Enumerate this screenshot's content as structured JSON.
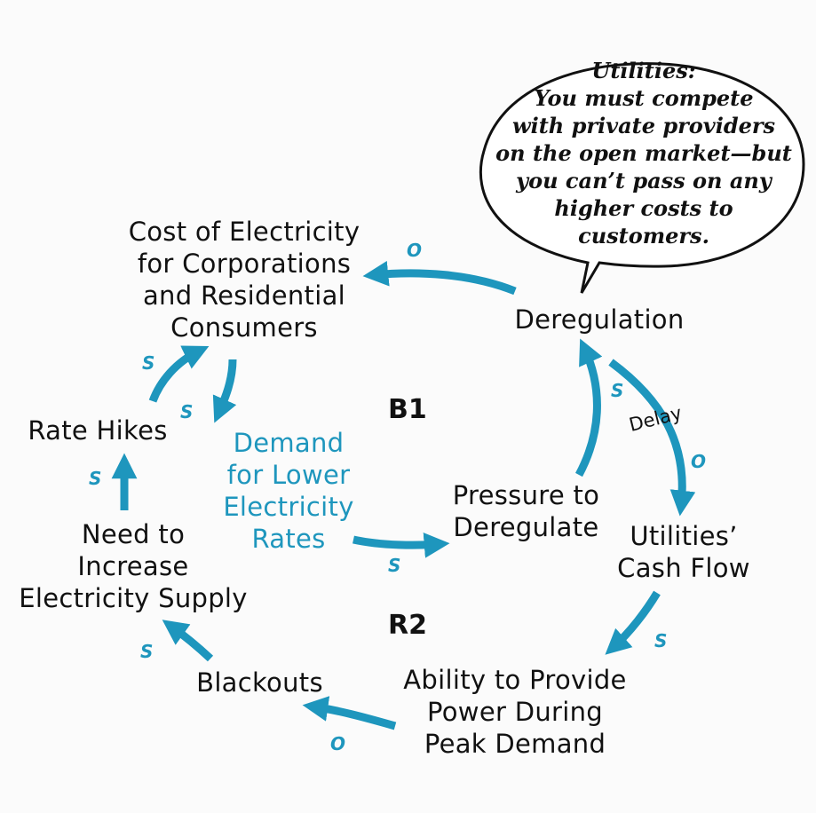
{
  "nodes": {
    "cost": "Cost of Electricity\nfor Corporations\nand Residential\nConsumers",
    "deregulation": "Deregulation",
    "rate_hikes": "Rate Hikes",
    "demand": "Demand\nfor Lower\nElectricity\nRates",
    "pressure": "Pressure to\nDeregulate",
    "cash_flow": "Utilities’\nCash Flow",
    "need_supply": "Need to\nIncrease\nElectricity Supply",
    "ability": "Ability to Provide\nPower During\nPeak Demand",
    "blackouts": "Blackouts"
  },
  "loops": {
    "b1": "B1",
    "r2": "R2"
  },
  "links": {
    "dereg_to_cost": "O",
    "hikes_to_cost": "S",
    "cost_to_demand": "S",
    "demand_to_pressure": "S",
    "pressure_to_dereg": "S",
    "dereg_to_cashflow": "O",
    "cashflow_to_ability": "S",
    "ability_to_blackouts": "O",
    "blackouts_to_need": "S",
    "need_to_hikes": "S",
    "delay_label": "Delay"
  },
  "speech_bubble": {
    "text": "Utilities:\nYou must compete\nwith private providers\non the open market—but\nyou can’t pass on any\nhigher costs to\ncustomers."
  },
  "colors": {
    "arrow": "#1e96bd",
    "text": "#111111",
    "highlight_text": "#1e96bd"
  }
}
